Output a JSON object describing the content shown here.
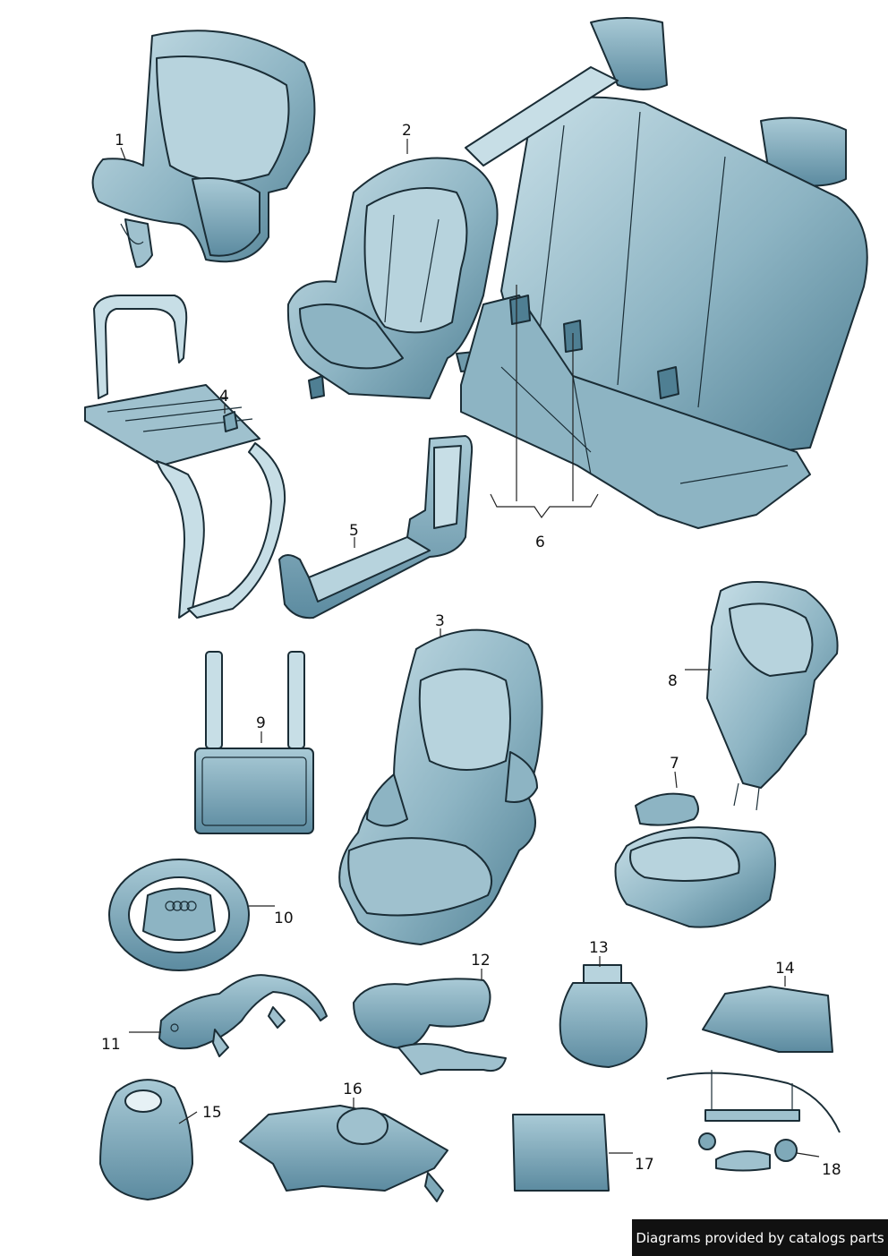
{
  "callouts": [
    "1",
    "2",
    "3",
    "4",
    "5",
    "6",
    "7",
    "8",
    "9",
    "10",
    "11",
    "12",
    "13",
    "14",
    "15",
    "16",
    "17",
    "18"
  ],
  "credit": "Diagrams provided by catalogs parts",
  "colors": {
    "fill_light": "#b7d3dd",
    "fill_mid": "#7fa9b9",
    "fill_dark": "#4f7f93",
    "outline": "#1a2d36"
  }
}
